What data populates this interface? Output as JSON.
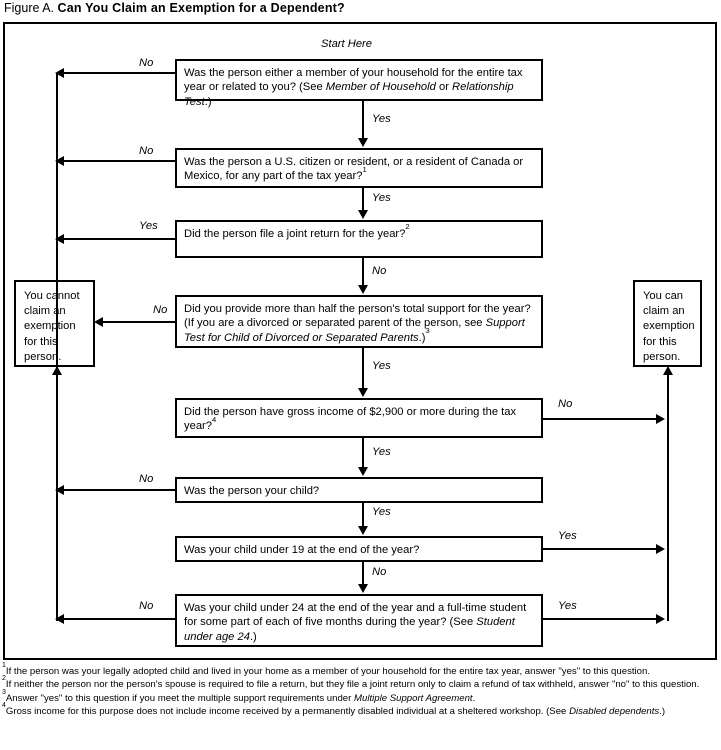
{
  "title": {
    "figure_label": "Figure A.",
    "main": "Can You Claim an Exemption for a Dependent?"
  },
  "start_label": "Start Here",
  "boxes": {
    "q1": {
      "id": "member-or-relationship-question",
      "text_parts": [
        {
          "t": "Was the person either a member of your household for the entire tax year or related to you? (See ",
          "style": "normal"
        },
        {
          "t": "Member of Household",
          "style": "italic"
        },
        {
          "t": " or ",
          "style": "normal"
        },
        {
          "t": "Relationship Test",
          "style": "italic"
        },
        {
          "t": ".)",
          "style": "normal"
        }
      ],
      "plain": "Was the person either a member of your household for the entire tax year or related to you? (See Member of Household or Relationship Test.)"
    },
    "q2": {
      "id": "citizen-resident-question",
      "plain": "Was the person a U.S. citizen or resident, or a resident of Canada or Mexico, for any part of the tax year?1",
      "footnote_ref": "1"
    },
    "q3": {
      "id": "joint-return-question",
      "plain": "Did the person file a joint return for the year?2",
      "footnote_ref": "2"
    },
    "q4": {
      "id": "support-test-question",
      "plain": "Did you provide more than half the person's total support for the year? (If you are a divorced or separated parent of the person, see Support Test for Child of Divorced or Separated Parents.)3",
      "footnote_ref": "3"
    },
    "q5": {
      "id": "gross-income-question",
      "plain": "Did the person have gross income of $2,900 or more during the tax year?4",
      "amount": "$2,900",
      "footnote_ref": "4"
    },
    "q6": {
      "id": "was-person-your-child-question",
      "plain": "Was the person your child?"
    },
    "q7": {
      "id": "child-under-19-question",
      "plain": "Was your child under 19 at the end of the year?"
    },
    "q8": {
      "id": "child-under-24-student-question",
      "plain": "Was your child under 24 at the end of the year and a full-time student for some part of each of five months during the year? (See Student under age 24.)"
    },
    "outcome_no": {
      "id": "cannot-claim-outcome",
      "plain": "You cannot claim an exemption for this person."
    },
    "outcome_yes": {
      "id": "can-claim-outcome",
      "plain": "You can claim an exemption for this person."
    }
  },
  "edge_labels": {
    "q1_no": "No",
    "q1_yes": "Yes",
    "q2_no": "No",
    "q2_yes": "Yes",
    "q3_yes": "Yes",
    "q3_no": "No",
    "q4_no": "No",
    "q4_yes": "Yes",
    "q5_no": "No",
    "q5_yes": "Yes",
    "q6_no": "No",
    "q6_yes": "Yes",
    "q7_yes": "Yes",
    "q7_no": "No",
    "q8_no": "No",
    "q8_yes": "Yes"
  },
  "footnotes": [
    {
      "marker": "1",
      "plain": "If the person was your legally adopted child and lived in your home as a member of your household for the entire tax year, answer \"yes\" to this question."
    },
    {
      "marker": "2",
      "plain": "If neither the person nor the person's spouse is required to file a return, but they file a joint return only to claim a refund of tax withheld, answer \"no\" to this question."
    },
    {
      "marker": "3",
      "plain": "Answer \"yes\" to this question if you meet the multiple support requirements under Multiple Support Agreement.",
      "italic_phrase": "Multiple Support Agreement"
    },
    {
      "marker": "4",
      "plain": "Gross income for this purpose does not include income received by a permanently disabled individual at a sheltered workshop. (See Disabled dependents.)",
      "italic_phrase": "Disabled dependents"
    }
  ],
  "colors": {
    "ink": "#000000",
    "paper": "#ffffff"
  }
}
